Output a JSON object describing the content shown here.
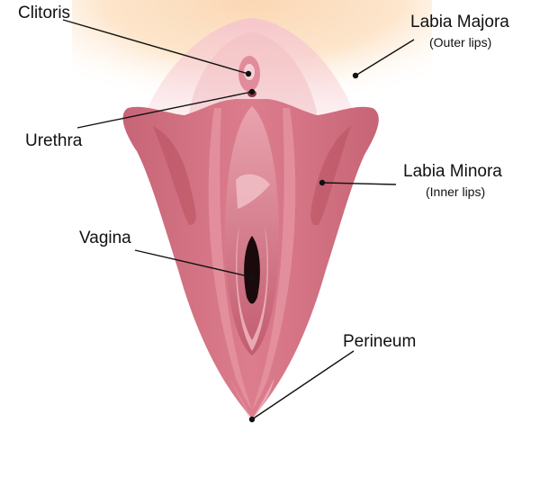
{
  "labels": {
    "clitoris": {
      "text": "Clitoris"
    },
    "labia_majora": {
      "text": "Labia Majora",
      "sub": "(Outer lips)"
    },
    "urethra": {
      "text": "Urethra"
    },
    "labia_minora": {
      "text": "Labia Minora",
      "sub": "(Inner lips)"
    },
    "vagina": {
      "text": "Vagina"
    },
    "perineum": {
      "text": "Perineum"
    }
  },
  "colors": {
    "outer_glow": "#fde6c8",
    "skin_light": "#f8d8d4",
    "tissue_main": "#d97586",
    "tissue_mid": "#c75f72",
    "tissue_dark": "#a8485a",
    "tissue_light": "#eaa5b0",
    "opening_dark": "#1a0a0c",
    "leader_line": "#111111"
  }
}
